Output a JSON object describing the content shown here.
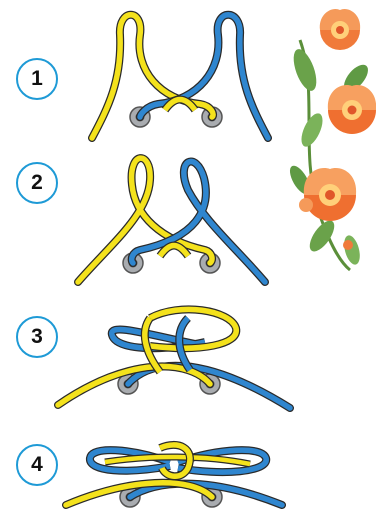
{
  "steps": [
    {
      "number": "1"
    },
    {
      "number": "2"
    },
    {
      "number": "3"
    },
    {
      "number": "4"
    }
  ],
  "colors": {
    "lace_a": "#f4e21c",
    "lace_b": "#2f86cf",
    "lace_outline": "#2a2a2a",
    "eyelet": "#a9acb0",
    "step_circle": "#1e9ad6",
    "flower_petal": "#f07a3a",
    "flower_leaf": "#6aa24a"
  },
  "icons": [
    "eyelet-icon",
    "flower-ornament-icon"
  ]
}
